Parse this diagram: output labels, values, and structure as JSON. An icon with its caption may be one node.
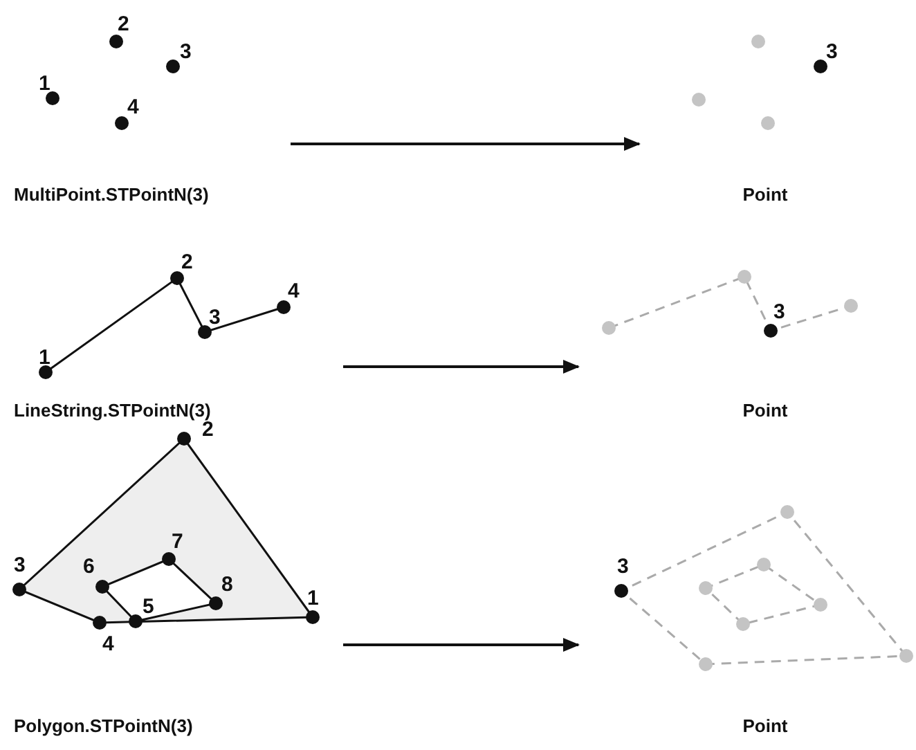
{
  "diagram": {
    "nodes": [
      {
        "text": [
          "MultiPoint.STPointN(3)"
        ]
      },
      {
        "text": [
          "Point"
        ]
      },
      {
        "text": [
          "LineString.STPointN(3)"
        ]
      },
      {
        "text": [
          "Point"
        ]
      },
      {
        "text": [
          "Polygon.STPointN(3)"
        ]
      },
      {
        "text": [
          "Point"
        ]
      }
    ],
    "edges": [
      {
        "from": 0,
        "to": 1,
        "arrow": "to"
      },
      {
        "from": 2,
        "to": 3,
        "arrow": "to"
      },
      {
        "from": 4,
        "to": 5,
        "arrow": "to"
      }
    ],
    "labels": [
      "2",
      "3",
      "1",
      "4",
      "3",
      "2",
      "4",
      "1",
      "3",
      "3",
      "2",
      "7",
      "3",
      "6",
      "8",
      "5",
      "1",
      "4",
      "3"
    ]
  }
}
